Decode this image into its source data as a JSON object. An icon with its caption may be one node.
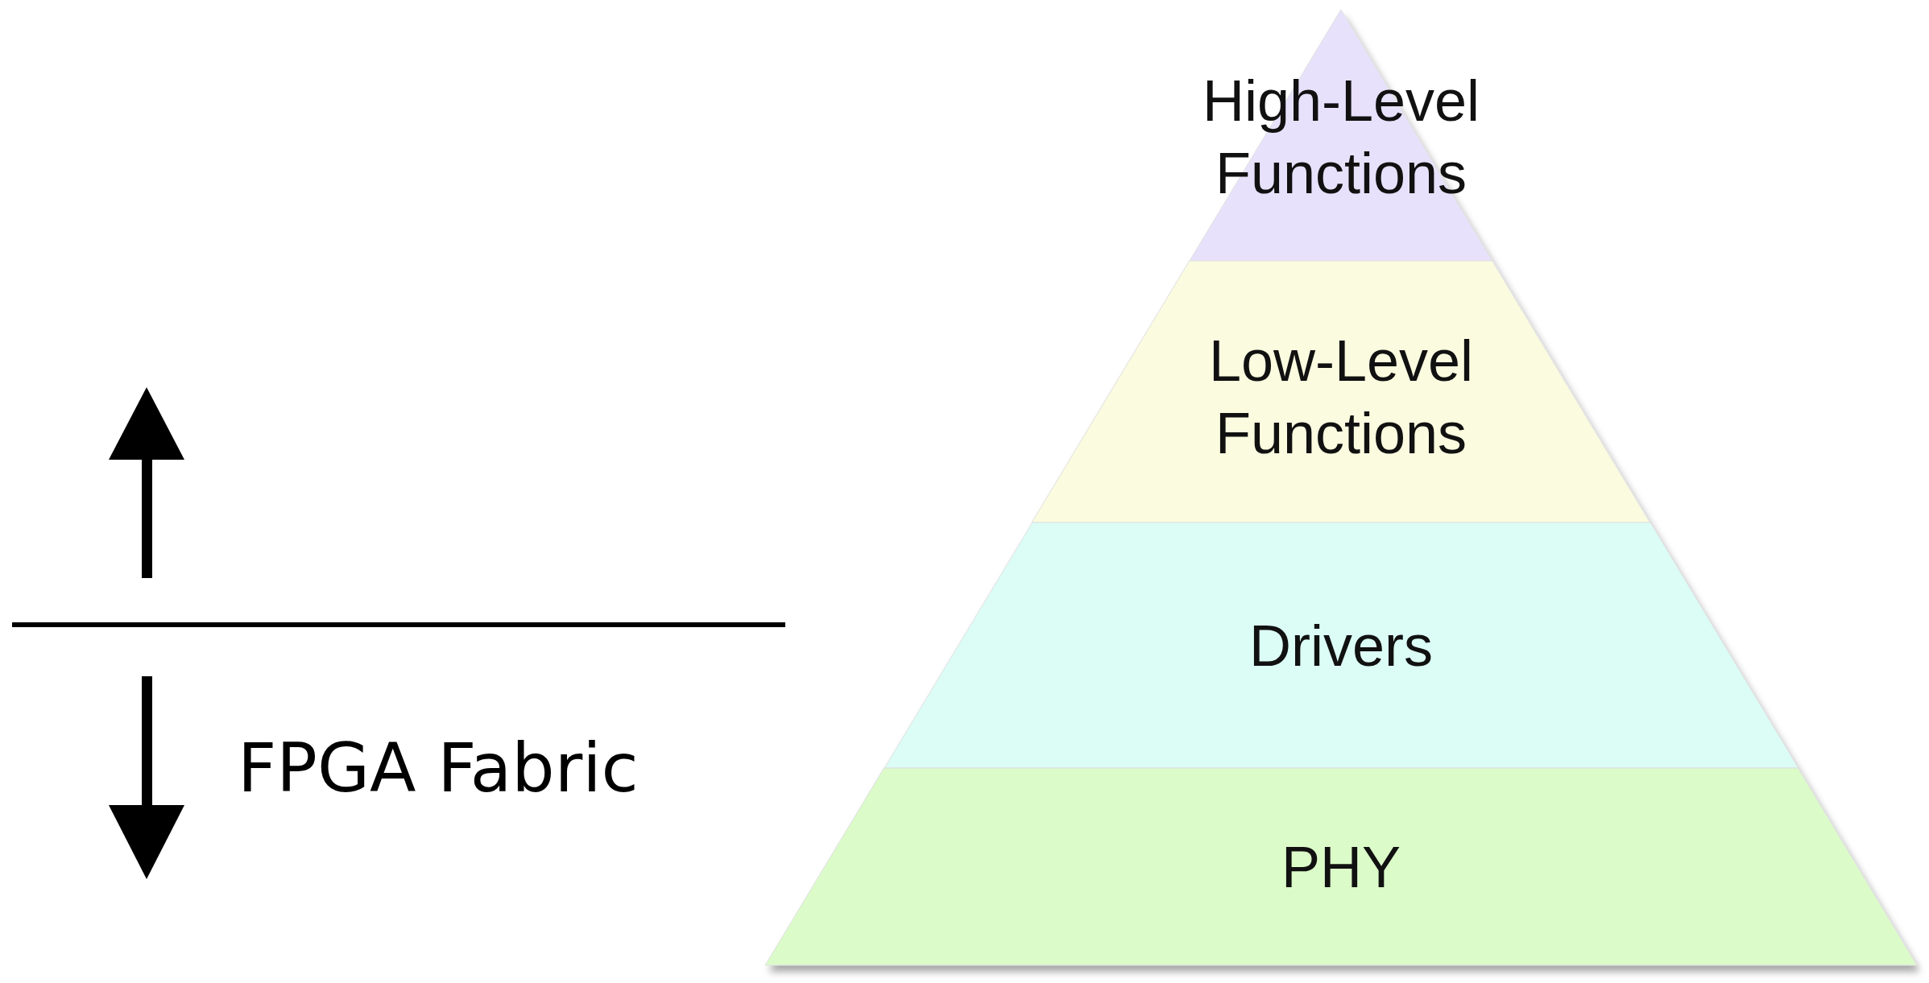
{
  "diagram": {
    "nodes": [
      {
        "text": [
          "High-Level Functions"
        ]
      },
      {
        "text": [
          "Low-Level Functions"
        ]
      },
      {
        "text": [
          "Drivers"
        ]
      },
      {
        "text": [
          "PHY"
        ]
      }
    ],
    "labels": [
      "FPGA Fabric"
    ]
  }
}
